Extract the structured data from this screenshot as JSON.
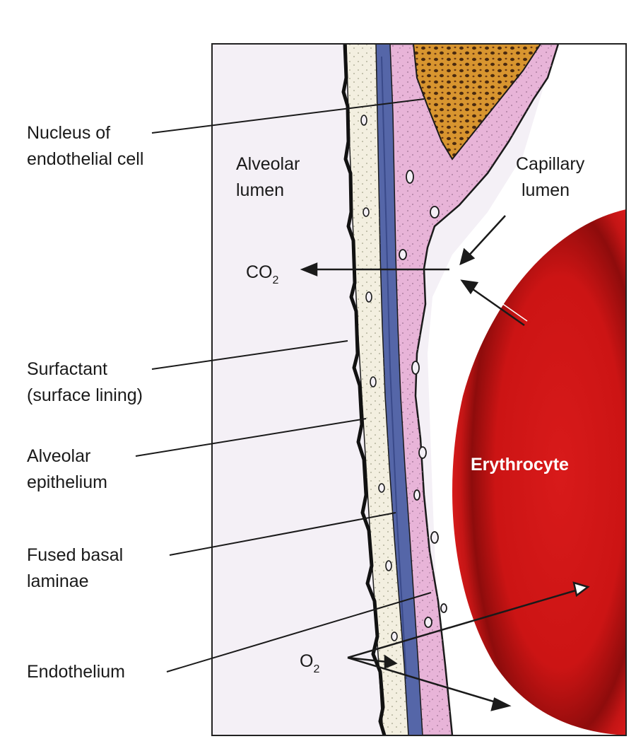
{
  "labels": {
    "nucleus": [
      "Nucleus of",
      "endothelial cell"
    ],
    "alveolar_lumen": [
      "Alveolar",
      "lumen"
    ],
    "capillary_lumen": [
      "Capillary",
      "lumen"
    ],
    "surfactant": [
      "Surfactant",
      "(surface lining)"
    ],
    "alveolar_epithelium": [
      "Alveolar",
      "epithelium"
    ],
    "fused_basal_laminae": [
      "Fused basal",
      "laminae"
    ],
    "endothelium": "Endothelium",
    "erythrocyte": "Erythrocyte"
  },
  "gases": {
    "co2": {
      "base": "CO",
      "sub": "2"
    },
    "o2": {
      "base": "O",
      "sub": "2"
    }
  },
  "colors": {
    "alveolar_space": "#f4f0f6",
    "endothelium_pink": "#e8b4d8",
    "basal_lamina_blue": "#5566a8",
    "epithelium_cream": "#f3efe0",
    "nucleus_orange": "#d8952f",
    "erythrocyte_red": "#d01818"
  }
}
